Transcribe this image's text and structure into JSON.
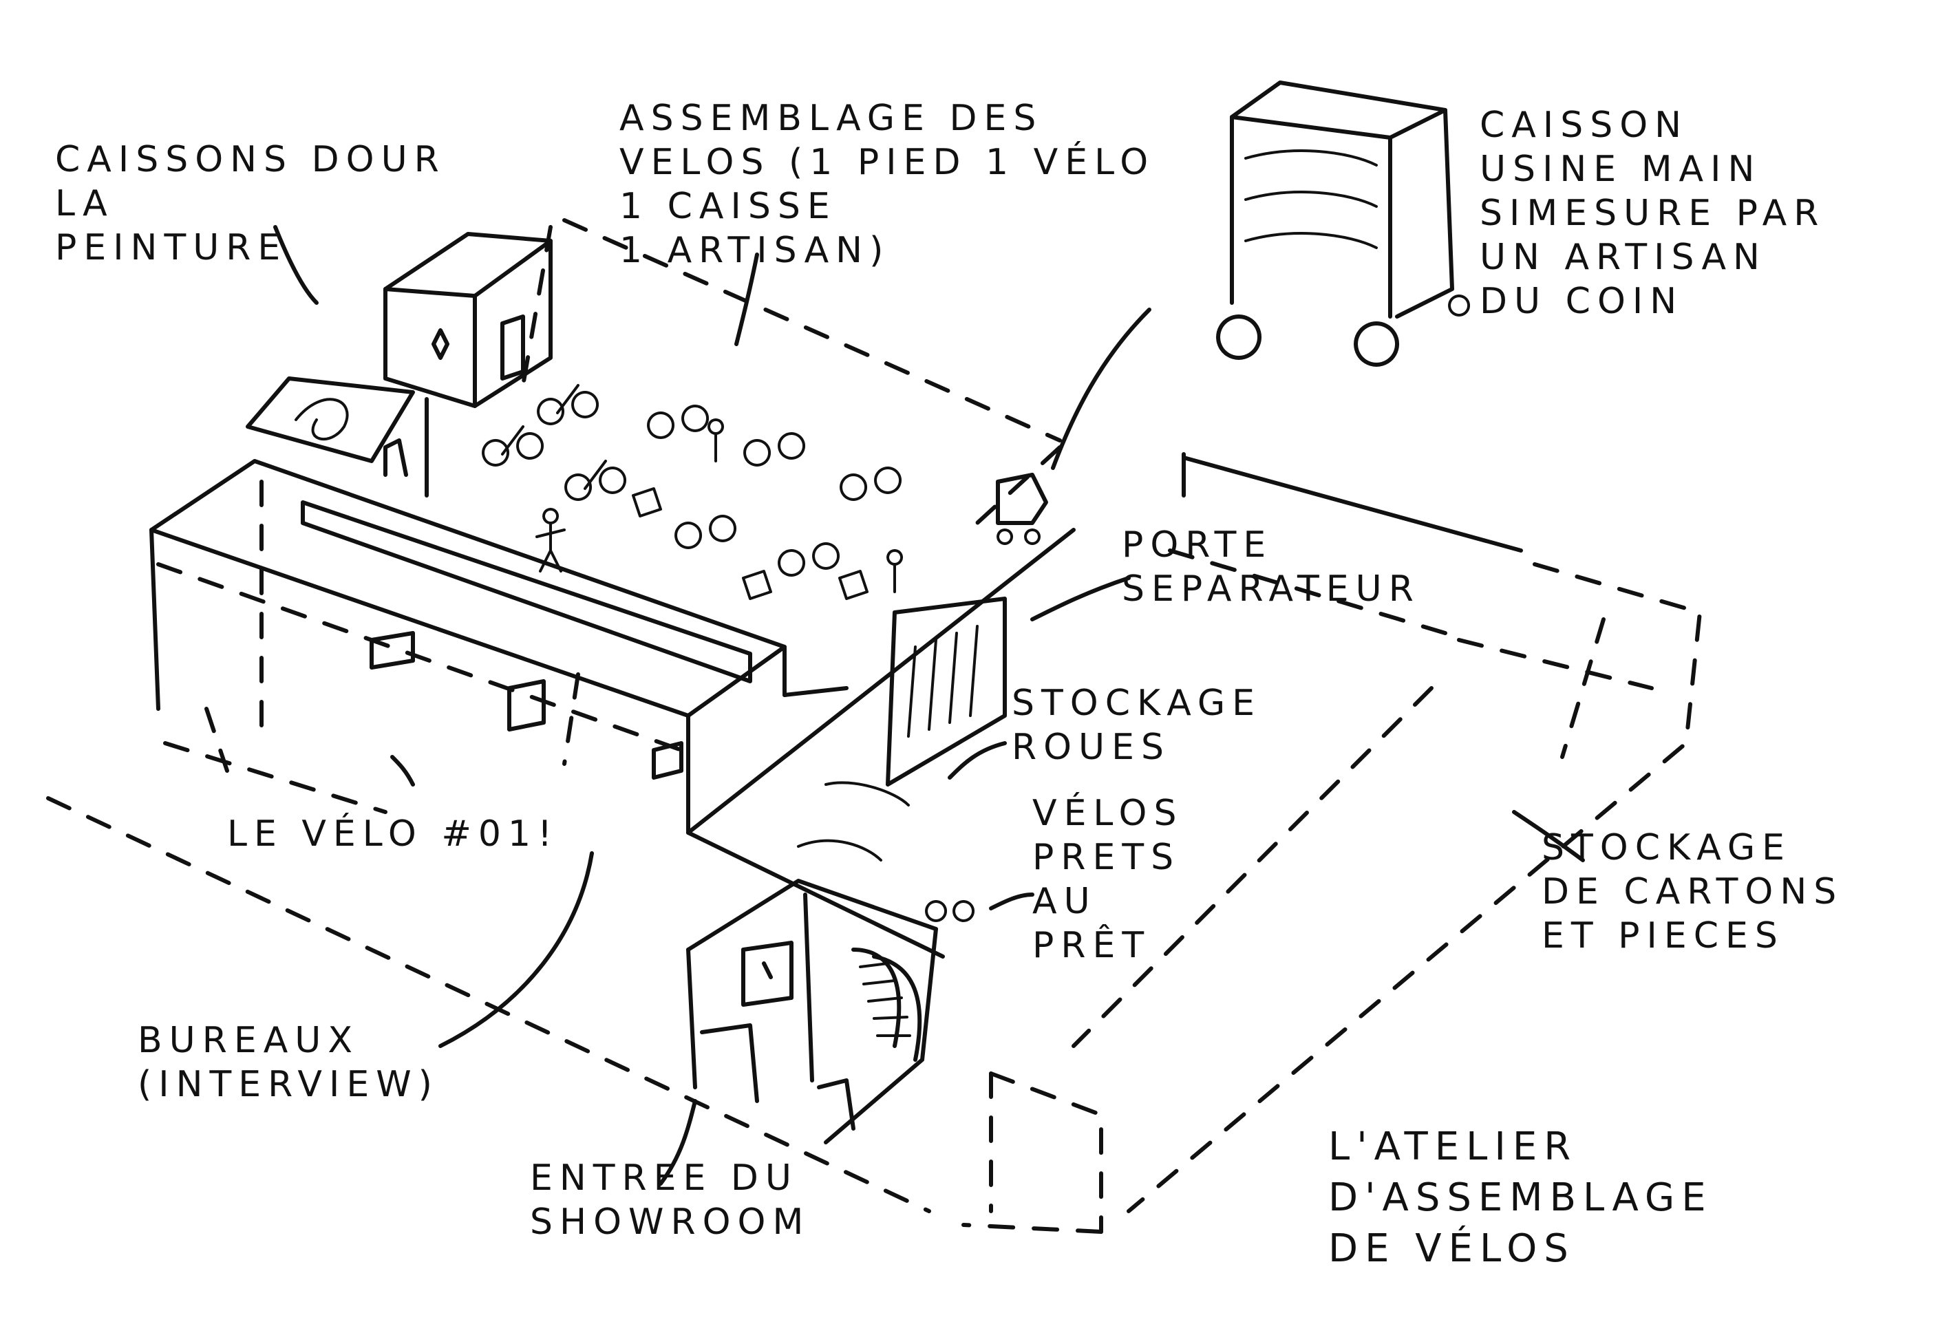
{
  "labels": {
    "caissons_peinture": "CAiSSONS DOUR\nLA\nPEiNTURE",
    "assemblage_velos": "ASSEMBLAGE DES\nVELOS (1 PiED 1 VÉLO\n1 CAISSE\n1 ARTISAN)",
    "caisson_usine": "CAiSSON\nUSiNE MAiN\nSiMESURE PAR\nUN ARTiSAN\nDU COiN",
    "porte_separateur": "PORTE\nSEPARATEUR",
    "stockage_roues": "STOCKAGE\nROUES",
    "velos_prets": "VÉLOS\nPRETS\nAU\nPRÊT",
    "le_velo_01": "LE VÉLO #01!",
    "stockage_cartons": "STOCKAGE\nDE CARTONS\nET PiECES",
    "bureaux": "BUREAUX\n(iNTERViEW)",
    "entree_showroom": "ENTREE DU\nSHOWROOM",
    "atelier_title": "L'ATELiER\nD'ASSEMBLAGE\nDE VÉLOS"
  },
  "icons": {
    "cart": "rolling-cart-icon",
    "bike": "bicycle-icon",
    "person": "person-icon",
    "crate": "crate-icon",
    "forklift": "forklift-icon",
    "desk": "desk-icon",
    "stairs": "stairs-icon",
    "wheel": "wheel-icon"
  },
  "colors": {
    "ink": "#111111",
    "paper": "#ffffff"
  }
}
